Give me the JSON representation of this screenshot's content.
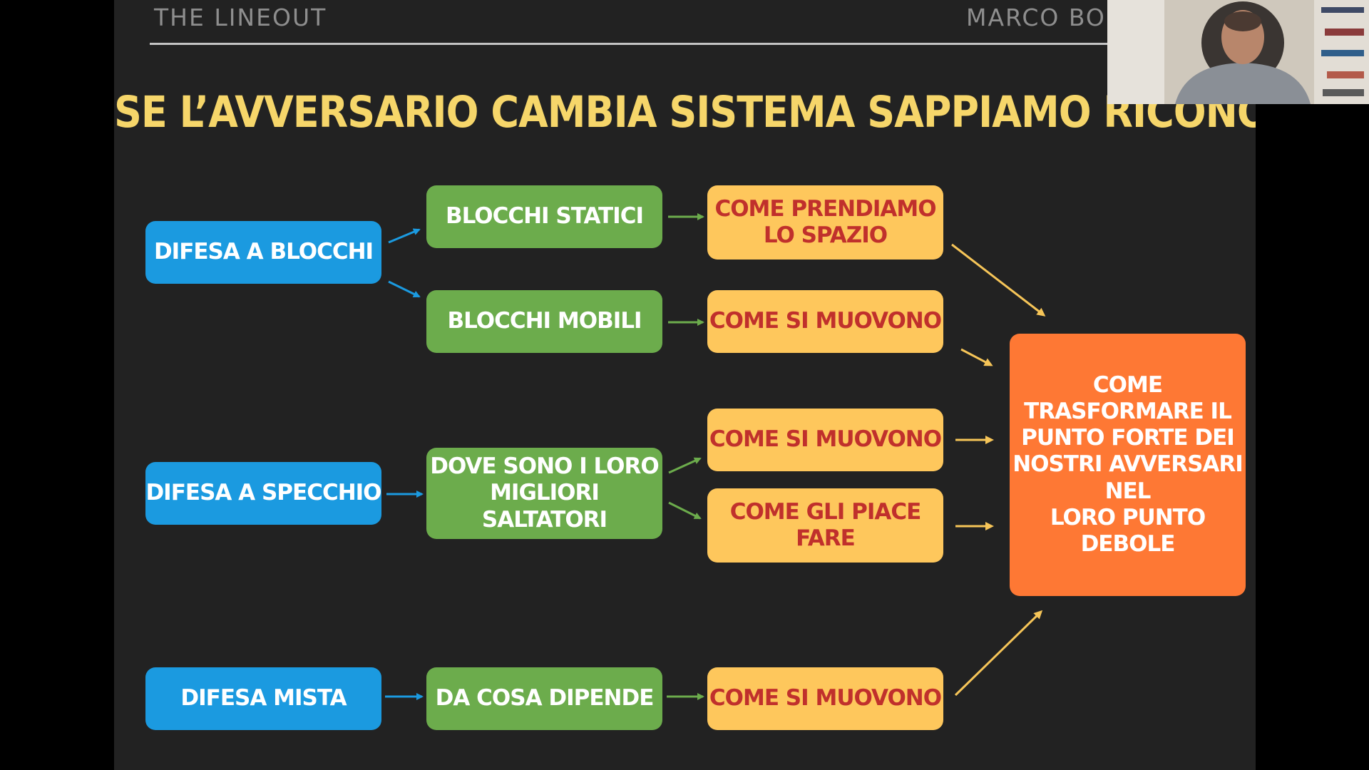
{
  "header": {
    "left": "THE LINEOUT",
    "right": "MARCO BOR"
  },
  "title": "SE L’AVVERSARIO CAMBIA SISTEMA SAPPIAMO RICONOSCERLO",
  "colors": {
    "background": "#222222",
    "title": "#f6d66a",
    "blue": "#1b9ae0",
    "green": "#6cac4c",
    "yellow": "#fec75c",
    "yellow_text": "#c0302c",
    "orange": "#fe7834"
  },
  "diagram": {
    "defenses": {
      "blocchi": "DIFESA A BLOCCHI",
      "specchio": "DIFESA A SPECCHIO",
      "mista": "DIFESA MISTA"
    },
    "green": {
      "statici": "BLOCCHI STATICI",
      "mobili": "BLOCCHI MOBILI",
      "saltatori": [
        "DOVE SONO I LORO",
        "MIGLIORI SALTATORI"
      ],
      "dipende": "DA COSA DIPENDE"
    },
    "yellow": {
      "prendiamo": [
        "COME PRENDIAMO",
        "LO SPAZIO"
      ],
      "muovono_1": "COME SI MUOVONO",
      "muovono_2": "COME SI MUOVONO",
      "piace": [
        "COME GLI PIACE",
        "FARE"
      ],
      "muovono_3": "COME SI MUOVONO"
    },
    "result": [
      "COME TRASFORMARE IL",
      "PUNTO FORTE DEI",
      "NOSTRI AVVERSARI NEL",
      "LORO PUNTO DEBOLE"
    ]
  },
  "webcam": {
    "icon": "person-webcam-icon"
  }
}
